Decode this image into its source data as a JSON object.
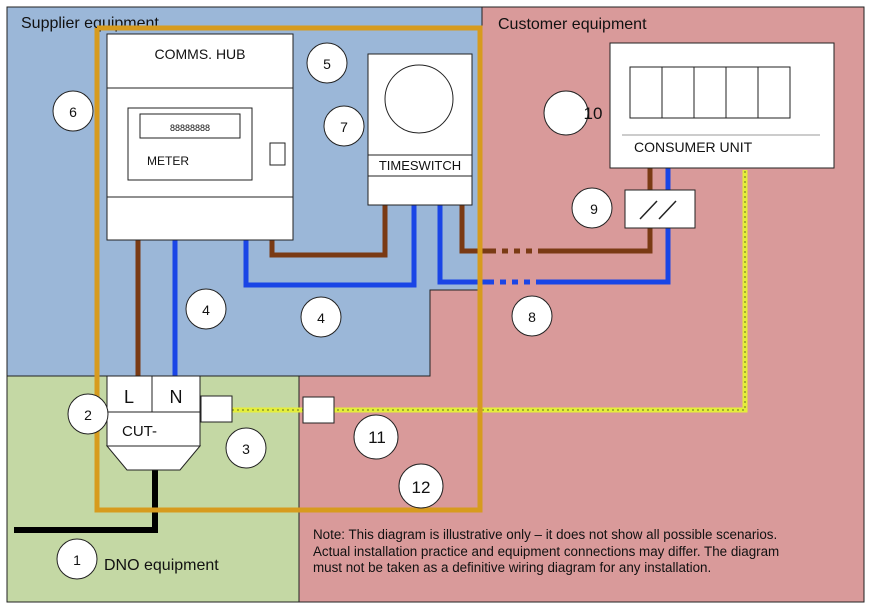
{
  "regions": {
    "supplier": "Supplier equipment",
    "customer": "Customer equipment",
    "dno": "DNO equipment"
  },
  "devices": {
    "comms_hub": "COMMS. HUB",
    "meter_display": "88888888",
    "meter": "METER",
    "timeswitch": "TIMESWITCH",
    "consumer_unit": "CONSUMER UNIT",
    "cutout_live": "L",
    "cutout_neutral": "N",
    "cutout_label": "CUT-"
  },
  "callouts": [
    "1",
    "2",
    "3",
    "4",
    "4",
    "5",
    "6",
    "7",
    "8",
    "9",
    "10",
    "11",
    "12"
  ],
  "note": {
    "line1": "Note: This diagram is illustrative only – it does not show all possible scenarios.",
    "line2": "Actual installation practice and equipment connections may differ.  The diagram",
    "line3": "must not be taken as a definitive wiring diagram for any installation."
  },
  "colors": {
    "supplier_region": "#9bb7d8",
    "customer_region": "#d99a9a",
    "dno_region": "#c4d8a4",
    "boundary": "#d79b1e",
    "live_wire": "#7a3a14",
    "neutral_wire": "#1a45e6",
    "earth_wire": "#e5ee3a",
    "supply_cable": "#000000"
  }
}
